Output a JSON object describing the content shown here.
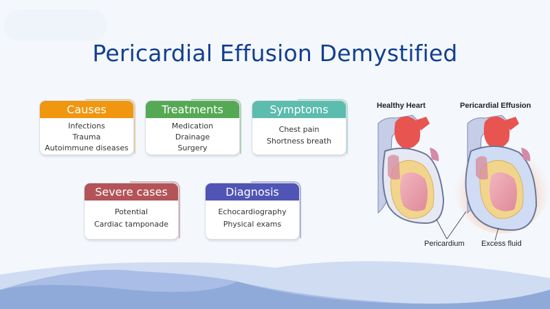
{
  "title": "Pericardial Effusion Demystified",
  "cards": [
    {
      "id": "causes",
      "title": "Causes",
      "color": "#f0960f",
      "items": [
        "Infections",
        "Trauma",
        "Autoimmune diseases"
      ]
    },
    {
      "id": "treatments",
      "title": "Treatments",
      "color": "#56a954",
      "items": [
        "Medication",
        "Drainage",
        "Surgery"
      ]
    },
    {
      "id": "symptoms",
      "title": "Symptoms",
      "color": "#5cbcae",
      "items": [
        "Chest pain",
        "Shortness breath"
      ]
    },
    {
      "id": "severe-cases",
      "title": "Severe cases",
      "color": "#b35458",
      "items": [
        "Potential",
        "Cardiac tamponade"
      ]
    },
    {
      "id": "diagnosis",
      "title": "Diagnosis",
      "color": "#5054b5",
      "items": [
        "Echocardiography",
        "Physical exams"
      ]
    }
  ],
  "illustration": {
    "left_label": "Healthy Heart",
    "right_label": "Pericardial Effusion",
    "callouts": [
      "Pericardium",
      "Excess fluid"
    ]
  },
  "colors": {
    "background": "#f4f8fd",
    "title": "#133f8f",
    "wave_light": "#cfdcf2",
    "wave_mid": "#a9bde6",
    "wave_dark": "#8faad9"
  }
}
